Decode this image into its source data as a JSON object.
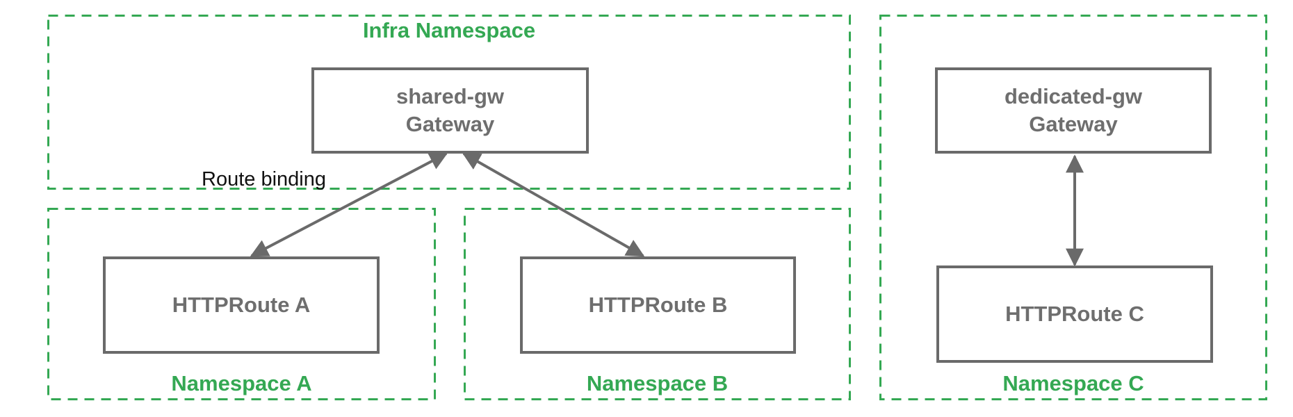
{
  "diagram": {
    "infra": {
      "label": "Infra Namespace"
    },
    "gateway_shared": {
      "line1": "shared-gw",
      "line2": "Gateway"
    },
    "gateway_dedicated": {
      "line1": "dedicated-gw",
      "line2": "Gateway"
    },
    "route_a": {
      "label": "HTTPRoute A"
    },
    "route_b": {
      "label": "HTTPRoute B"
    },
    "route_c": {
      "label": "HTTPRoute C"
    },
    "namespace_a": {
      "label": "Namespace A"
    },
    "namespace_b": {
      "label": "Namespace B"
    },
    "namespace_c": {
      "label": "Namespace C"
    },
    "annotations": {
      "route_binding": "Route binding"
    },
    "edges": [
      {
        "from": "HTTPRoute A",
        "to": "shared-gw Gateway",
        "type": "bidirectional-arrow",
        "meaning": "Route binding"
      },
      {
        "from": "HTTPRoute B",
        "to": "shared-gw Gateway",
        "type": "bidirectional-arrow",
        "meaning": "Route binding"
      },
      {
        "from": "HTTPRoute C",
        "to": "dedicated-gw Gateway",
        "type": "bidirectional-arrow",
        "meaning": "Route binding"
      }
    ],
    "colors": {
      "namespace_border": "#34a853",
      "namespace_label": "#34a853",
      "node_border": "#6a6a6a",
      "node_label": "#6e6e6e",
      "arrow": "#6a6a6a",
      "annotation_text": "#111111",
      "background": "#ffffff"
    }
  }
}
